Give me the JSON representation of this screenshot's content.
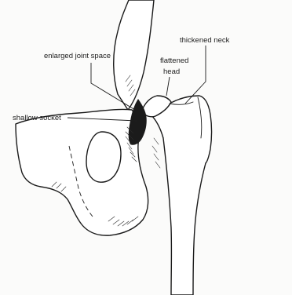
{
  "figure": {
    "labels": {
      "enlarged_joint_space": "enlarged joint space",
      "thickened_neck": "thickened neck",
      "flattened_head_line1": "flattened",
      "flattened_head_line2": "head",
      "shallow_socket": "shallow socket"
    }
  }
}
